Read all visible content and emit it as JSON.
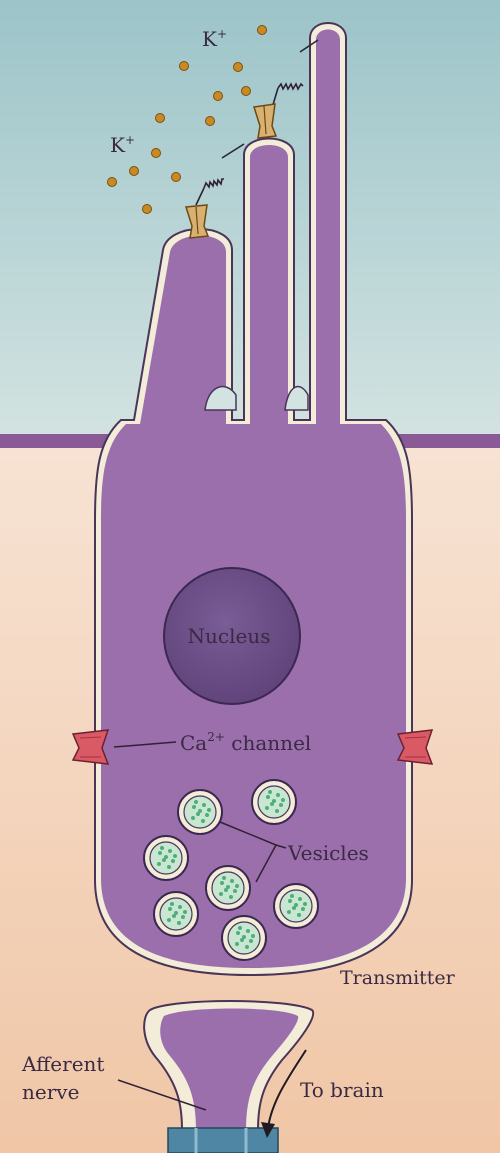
{
  "labels": {
    "k_ion_top": "K",
    "k_ion_left": "K",
    "k_charge": "+",
    "nucleus": "Nucleus",
    "ca_channel_prefix": "Ca",
    "ca_channel_charge": "2+",
    "ca_channel_suffix": " channel",
    "vesicles": "Vesicles",
    "transmitter": "Transmitter",
    "afferent_line1": "Afferent",
    "afferent_line2": "nerve",
    "to_brain": "To brain"
  },
  "colors": {
    "endolymph": "#b4d0d2",
    "perilymph": "#f2d2bb",
    "cell_body": "#9b6fac",
    "cell_membrane": "#f3ecd8",
    "nucleus": "#6e4f8a",
    "reticular_lamina": "#8a5a96",
    "k_ion": "#c98a22",
    "channel_top": "#d8b070",
    "ca_channel": "#d95a64",
    "vesicle_fill": "#c8e6d2",
    "vesicle_spots": "#4fae7a",
    "nerve_myelin": "#4f86a4"
  }
}
